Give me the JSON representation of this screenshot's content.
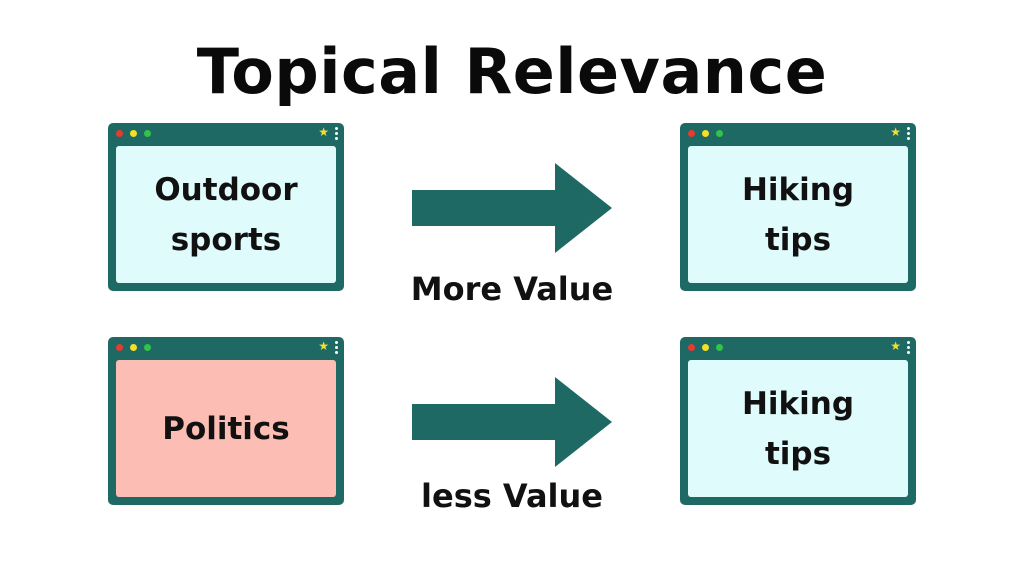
{
  "title": "Topical Relevance",
  "colors": {
    "frame": "#1e6964",
    "arrow": "#1e6964",
    "content_light": "#dffbfb",
    "content_pink": "#fbbdb4",
    "dot_red": "#e63b32",
    "dot_yellow": "#f4df2a",
    "dot_green": "#33c24a"
  },
  "rows": [
    {
      "source": {
        "label": "Outdoor\nsports"
      },
      "arrow_icon": "arrow-right-icon",
      "caption": "More Value",
      "target": {
        "label": "Hiking\ntips"
      }
    },
    {
      "source": {
        "label": "Politics"
      },
      "arrow_icon": "arrow-right-icon",
      "caption": "less Value",
      "target": {
        "label": "Hiking\ntips"
      }
    }
  ],
  "window_icons": [
    "red-dot-icon",
    "yellow-dot-icon",
    "green-dot-icon",
    "star-icon",
    "kebab-menu-icon"
  ]
}
